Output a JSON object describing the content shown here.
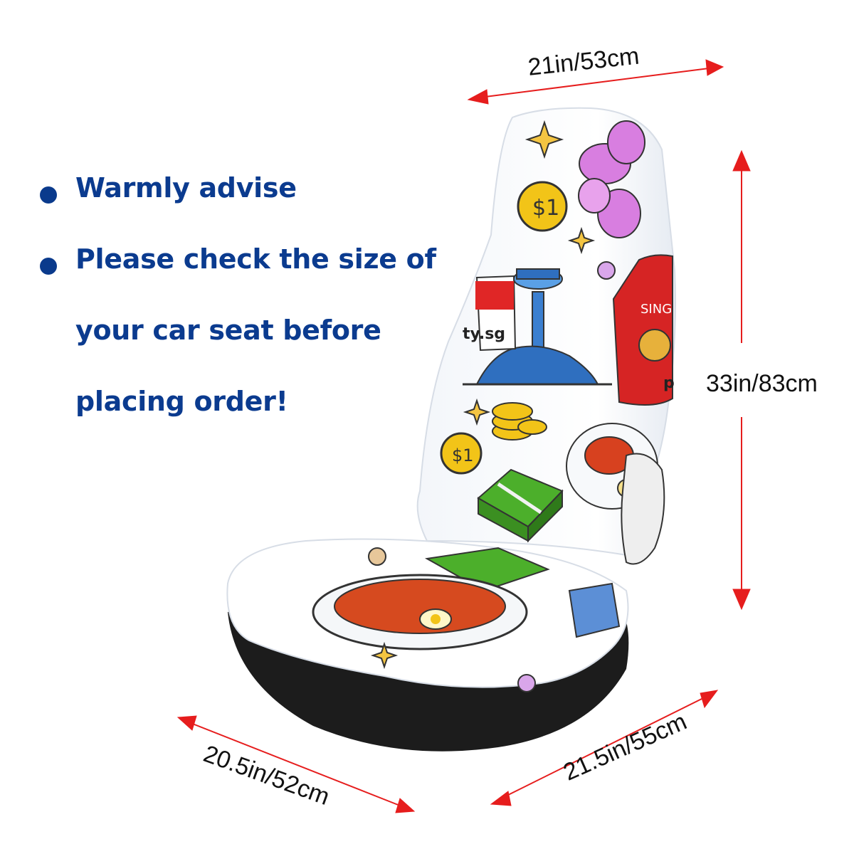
{
  "advice": {
    "line1": "Warmly advise",
    "line2": "Please check the size of",
    "line3": "your car seat before",
    "line4": "placing order!"
  },
  "dimensions": {
    "top_width": "21in/53cm",
    "height": "33in/83cm",
    "seat_depth": "20.5in/52cm",
    "seat_width": "21.5in/55cm"
  },
  "print_text": {
    "tag_dot_sg": "ty.sg",
    "passport_text": "SING",
    "p_letter": "p"
  },
  "colors": {
    "text_blue": "#0b3b8f",
    "arrow_red": "#e61d1d",
    "seat_black": "#1c1c1c"
  }
}
